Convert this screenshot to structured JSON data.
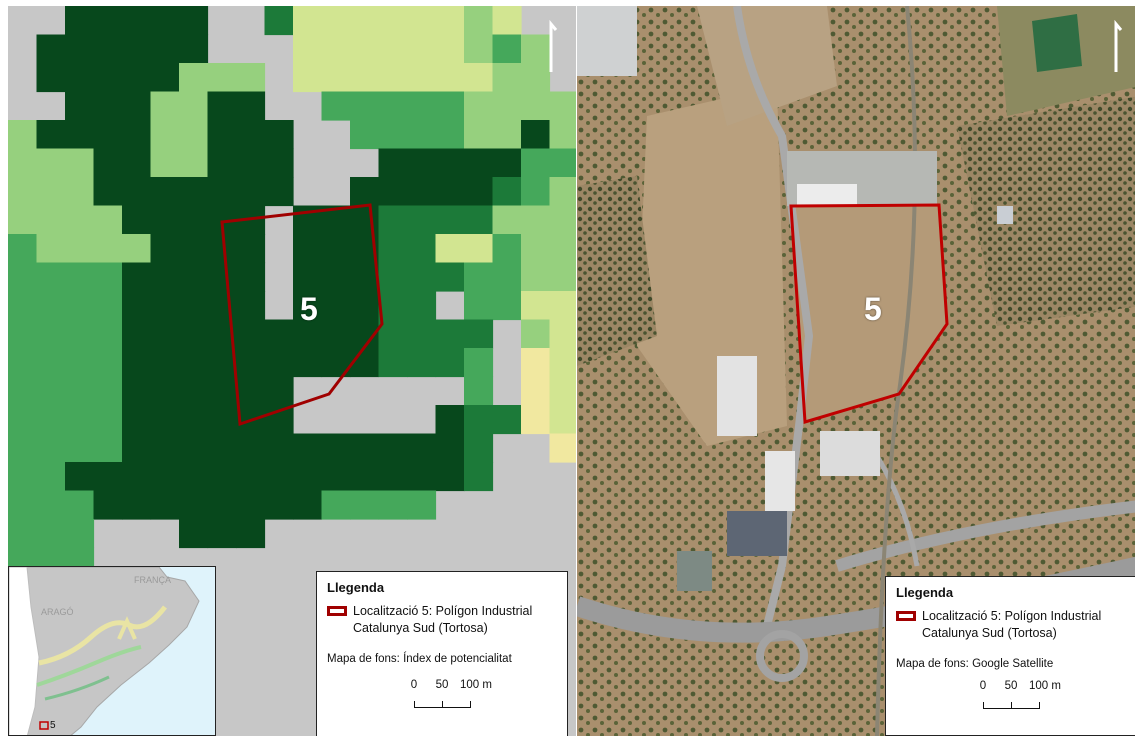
{
  "left_map": {
    "site_label": "5",
    "north_arrow": "north-arrow-icon",
    "legend": {
      "title": "Llegenda",
      "item_line1": "Localització 5: Polígon Industrial",
      "item_line2": "Catalunya Sud (Tortosa)",
      "basemap_note": "Mapa de fons: Índex de potencialitat",
      "scale_0": "0",
      "scale_50": "50",
      "scale_100": "100 m"
    },
    "inset": {
      "label_france": "FRANÇA",
      "label_aragon": "ARAGÓ",
      "site_number": "5"
    },
    "colors": {
      "background": "#c7c7c7",
      "class_1": "#d2e591",
      "class_2": "#96d07e",
      "class_3": "#45a85b",
      "class_4": "#1c7a39",
      "class_5": "#07481c",
      "highlight": "#f1e8a0",
      "site_outline": "#a00000"
    }
  },
  "right_map": {
    "site_label": "5",
    "north_arrow": "north-arrow-icon",
    "legend": {
      "title": "Llegenda",
      "item_line1": "Localització 5: Polígon Industrial",
      "item_line2": "Catalunya Sud (Tortosa)",
      "basemap_note": "Mapa de fons: Google Satellite",
      "scale_0": "0",
      "scale_50": "50",
      "scale_100": "100 m"
    },
    "colors": {
      "dry_ground": "#b39878",
      "vegetation": "#4f5a33",
      "road": "#a9a9a9",
      "site_outline": "#c00000"
    }
  }
}
